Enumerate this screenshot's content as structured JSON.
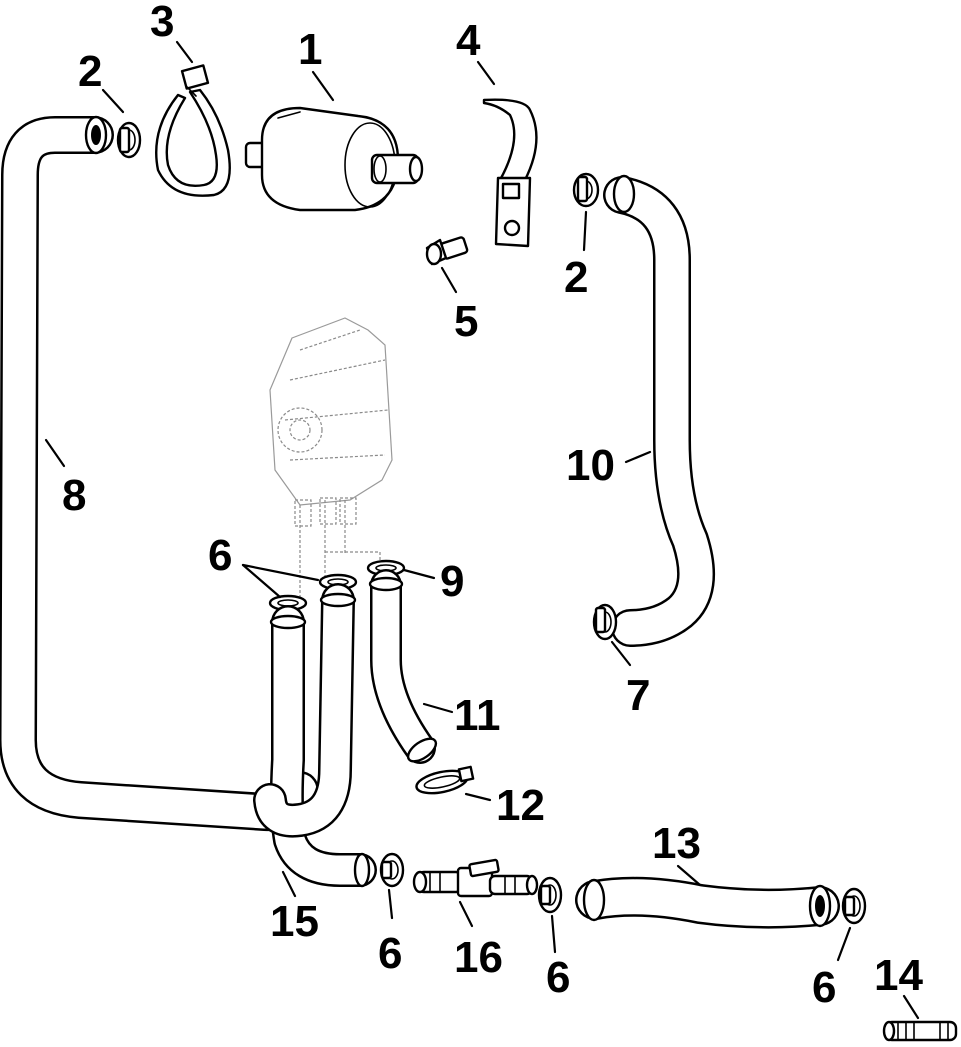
{
  "callouts": {
    "c1": "1",
    "c2a": "2",
    "c2b": "2",
    "c3": "3",
    "c4": "4",
    "c5": "5",
    "c6a": "6",
    "c6b": "6",
    "c6c": "6",
    "c6d": "6",
    "c7": "7",
    "c8": "8",
    "c9": "9",
    "c10": "10",
    "c11": "11",
    "c12": "12",
    "c13": "13",
    "c14": "14",
    "c15": "15",
    "c16": "16"
  },
  "colors": {
    "ink": "#000000",
    "paper": "#ffffff",
    "ghost": "#8a8a8a"
  }
}
